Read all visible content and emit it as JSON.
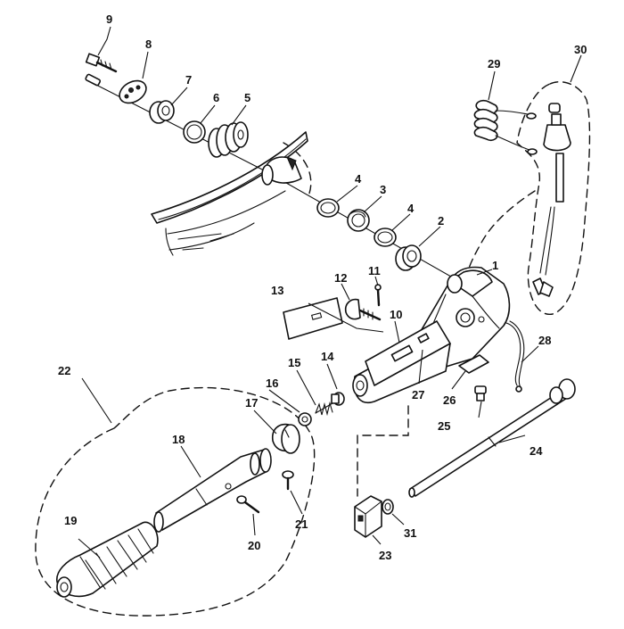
{
  "callouts": [
    {
      "id": "p1",
      "text": "1"
    },
    {
      "id": "p2",
      "text": "2"
    },
    {
      "id": "p3",
      "text": "3"
    },
    {
      "id": "p4a",
      "text": "4"
    },
    {
      "id": "p4b",
      "text": "4"
    },
    {
      "id": "p5",
      "text": "5"
    },
    {
      "id": "p6",
      "text": "6"
    },
    {
      "id": "p7",
      "text": "7"
    },
    {
      "id": "p8",
      "text": "8"
    },
    {
      "id": "p9",
      "text": "9"
    },
    {
      "id": "p10",
      "text": "10"
    },
    {
      "id": "p11",
      "text": "11"
    },
    {
      "id": "p12",
      "text": "12"
    },
    {
      "id": "p13",
      "text": "13"
    },
    {
      "id": "p14",
      "text": "14"
    },
    {
      "id": "p15",
      "text": "15"
    },
    {
      "id": "p16",
      "text": "16"
    },
    {
      "id": "p17",
      "text": "17"
    },
    {
      "id": "p18",
      "text": "18"
    },
    {
      "id": "p19",
      "text": "19"
    },
    {
      "id": "p20",
      "text": "20"
    },
    {
      "id": "p21",
      "text": "21"
    },
    {
      "id": "p22",
      "text": "22"
    },
    {
      "id": "p23",
      "text": "23"
    },
    {
      "id": "p24",
      "text": "24"
    },
    {
      "id": "p25",
      "text": "25"
    },
    {
      "id": "p26",
      "text": "26"
    },
    {
      "id": "p27",
      "text": "27"
    },
    {
      "id": "p28",
      "text": "28"
    },
    {
      "id": "p29",
      "text": "29"
    },
    {
      "id": "p30",
      "text": "30"
    },
    {
      "id": "p31",
      "text": "31"
    }
  ]
}
